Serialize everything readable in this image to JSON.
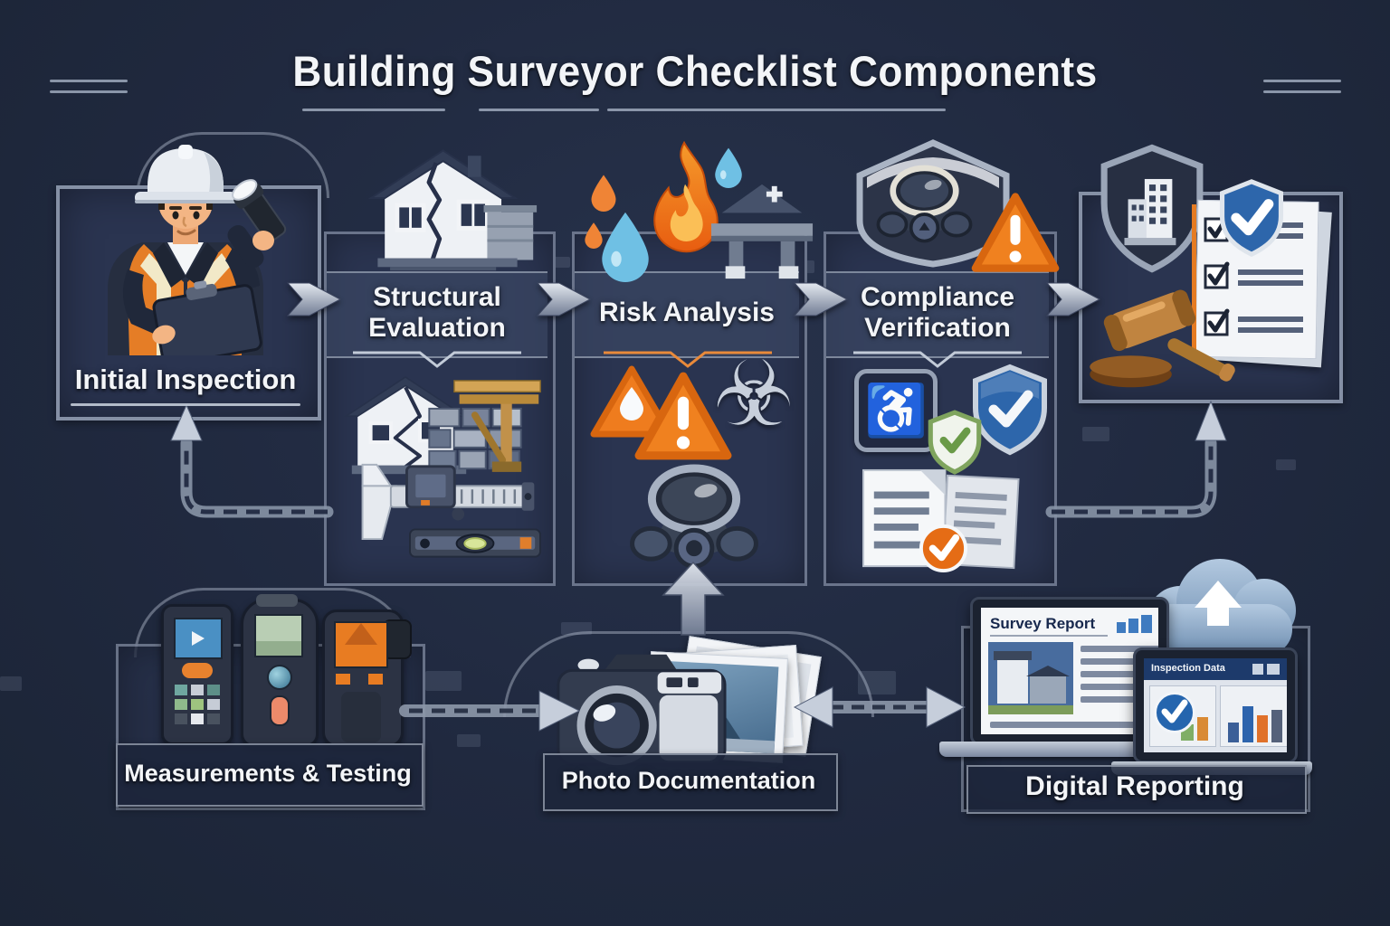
{
  "header": {
    "title": "Building Surveyor Checklist Components"
  },
  "stages": {
    "initial": {
      "label": "Initial Inspection"
    },
    "structural": {
      "label": "Structural Evaluation"
    },
    "risk": {
      "label": "Risk Analysis"
    },
    "compliance": {
      "label": "Compliance Verification"
    }
  },
  "bottom_row": {
    "measurements": {
      "label": "Measurements & Testing"
    },
    "photo": {
      "label": "Photo Documentation"
    },
    "digital": {
      "label": "Digital Reporting",
      "survey_report_title": "Survey Report",
      "inspection_data_title": "Inspection Data"
    }
  },
  "icons": {
    "biohazard-icon": "☣",
    "accessibility-icon": "♿",
    "surveyor-illustration": "surveyor with hard hat, clipboard, flashlight",
    "cracked-house-icon": "house with crack",
    "fire-icon": "flame",
    "water-drop-icon": "water drop",
    "gas-mask-icon": "respirator mask",
    "warning-triangle-icon": "orange warning triangle",
    "shield-check-icon": "shield with checkmark",
    "documents-approved-icon": "documents with orange check",
    "building-shield-icon": "shield with building",
    "checklist-icon": "checklist sheet",
    "gavel-icon": "wooden gavel",
    "laser-meter-icon": "laser distance meter",
    "moisture-meter-icon": "moisture meter",
    "thermal-camera-icon": "thermal imaging camera",
    "camera-icon": "dslr camera",
    "photo-stack-icon": "stack of photos",
    "cloud-upload-icon": "cloud with up arrow",
    "flow-arrow-icon": "silver chevron arrow"
  },
  "colors": {
    "background": "#212b41",
    "panel": "#2a3450",
    "panel_border": "#a9b4c6",
    "accent_orange": "#e8772b",
    "fire_orange": "#f0811f",
    "water_blue": "#7cc3e4",
    "shield_blue": "#2d66ab",
    "shield_green": "#7fa45e",
    "wood_brown": "#c08440",
    "steel": "#c2cbd8",
    "text": "#f3f5f8"
  }
}
